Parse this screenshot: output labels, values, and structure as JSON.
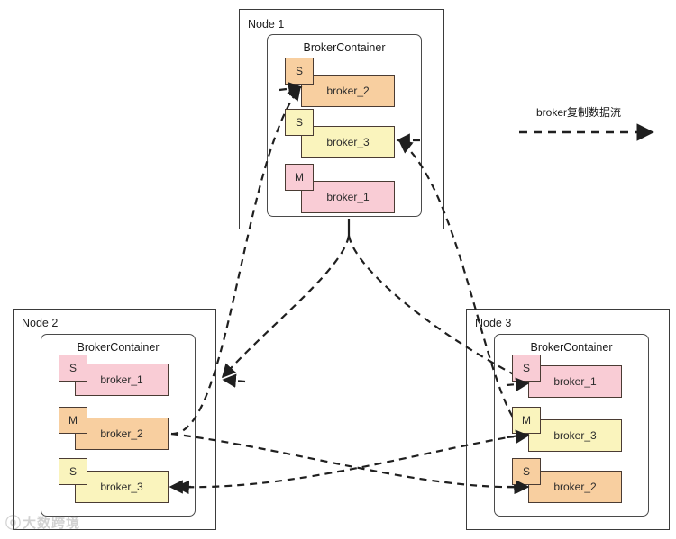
{
  "diagram": {
    "title_text": "broker复制数据流",
    "container_title": "BrokerContainer",
    "role_master": "M",
    "role_slave": "S",
    "colors": {
      "broker_1_fill": "#f9ccd5",
      "broker_2_fill": "#f8cfa0",
      "broker_3_fill": "#faf4bd",
      "box_stroke": "#4a3b33",
      "frame_stroke": "#3b3b3b",
      "edge_stroke": "#1f1f1f",
      "text": "#1a1a1a"
    }
  },
  "legend": {
    "label": "broker复制数据流",
    "arrow_style": "dashed-arrow"
  },
  "watermark": {
    "logo": "ⓞ",
    "text": "大数跨境"
  },
  "nodes": [
    {
      "id": "node-1",
      "label": "Node 1",
      "container_title": "BrokerContainer",
      "brokers": [
        {
          "name": "broker_2",
          "role": "S",
          "color_key": "broker_2_fill"
        },
        {
          "name": "broker_3",
          "role": "S",
          "color_key": "broker_3_fill"
        },
        {
          "name": "broker_1",
          "role": "M",
          "color_key": "broker_1_fill"
        }
      ]
    },
    {
      "id": "node-2",
      "label": "Node 2",
      "container_title": "BrokerContainer",
      "brokers": [
        {
          "name": "broker_1",
          "role": "S",
          "color_key": "broker_1_fill"
        },
        {
          "name": "broker_2",
          "role": "M",
          "color_key": "broker_2_fill"
        },
        {
          "name": "broker_3",
          "role": "S",
          "color_key": "broker_3_fill"
        }
      ]
    },
    {
      "id": "node-3",
      "label": "Node 3",
      "container_title": "BrokerContainer",
      "brokers": [
        {
          "name": "broker_1",
          "role": "S",
          "color_key": "broker_1_fill"
        },
        {
          "name": "broker_3",
          "role": "M",
          "color_key": "broker_3_fill"
        },
        {
          "name": "broker_2",
          "role": "S",
          "color_key": "broker_2_fill"
        }
      ]
    }
  ],
  "replication_flows": [
    {
      "topic": "broker_1",
      "from": "node-1",
      "to": "node-2"
    },
    {
      "topic": "broker_1",
      "from": "node-1",
      "to": "node-3"
    },
    {
      "topic": "broker_2",
      "from": "node-2",
      "to": "node-1"
    },
    {
      "topic": "broker_2",
      "from": "node-2",
      "to": "node-3"
    },
    {
      "topic": "broker_3",
      "from": "node-3",
      "to": "node-1"
    },
    {
      "topic": "broker_3",
      "from": "node-3",
      "to": "node-2"
    }
  ]
}
